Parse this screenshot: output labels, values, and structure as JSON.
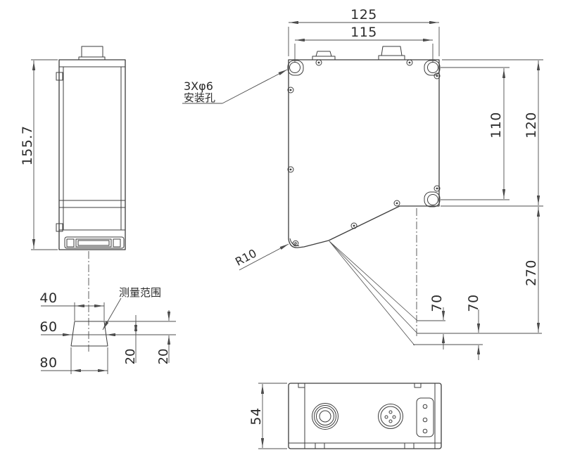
{
  "drawing": {
    "title": "laser-profile-sensor-dimension-drawing",
    "colors": {
      "line": "#3d3d3d",
      "dim_line": "#4d4d4d",
      "text": "#2b2b2b",
      "background": "#ffffff"
    },
    "front_view": {
      "height_label": "155.7",
      "range_label": "测量范围",
      "near_width_label": "40",
      "mid_width_label": "60",
      "far_width_label": "80",
      "near_depth_label": "20",
      "far_depth_label": "20"
    },
    "side_view": {
      "overall_width_label": "125",
      "hole_spacing_h_label": "115",
      "hole_spacing_v_label": "110",
      "body_height_label": "120",
      "reference_distance_label": "270",
      "range_near_label": "70",
      "range_far_label": "70",
      "corner_radius_label": "R10",
      "mounting_hole_note_line1": "3Xφ6",
      "mounting_hole_note_line2": "安装孔"
    },
    "bottom_view": {
      "depth_label": "54"
    }
  }
}
